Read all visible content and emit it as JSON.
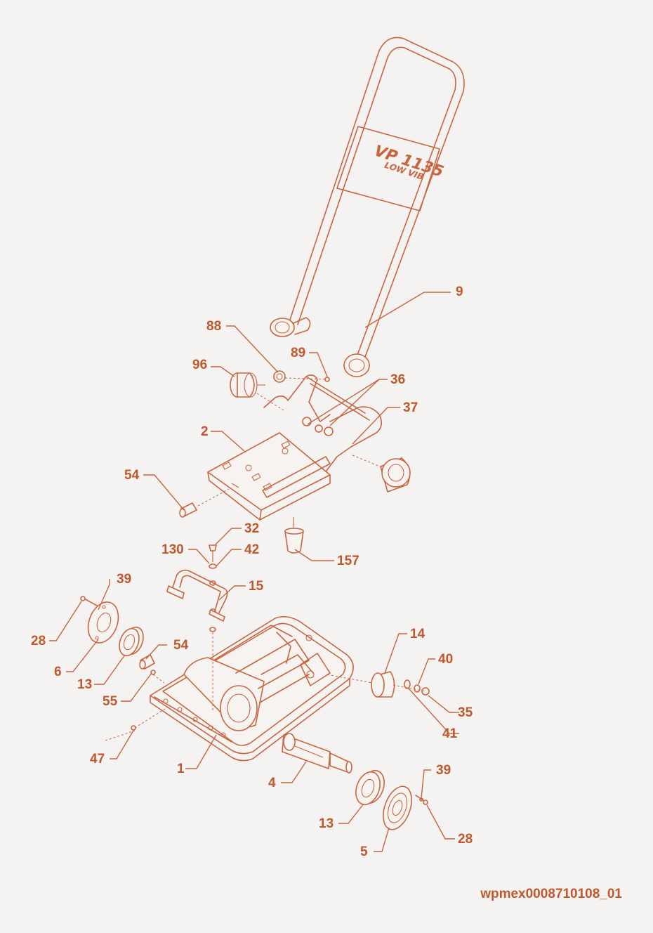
{
  "diagram": {
    "model_label": "VP 1135",
    "model_sublabel": "LOW VIB",
    "reference_code": "wpmex0008710108_01",
    "callouts": {
      "c9": "9",
      "c88": "88",
      "c89": "89",
      "c96": "96",
      "c36": "36",
      "c37": "37",
      "c2": "2",
      "c54a": "54",
      "c32": "32",
      "c130": "130",
      "c42": "42",
      "c157": "157",
      "c15": "15",
      "c39a": "39",
      "c28a": "28",
      "c6": "6",
      "c13a": "13",
      "c54b": "54",
      "c55": "55",
      "c14": "14",
      "c40": "40",
      "c35": "35",
      "c41": "41",
      "c47": "47",
      "c1": "1",
      "c4": "4",
      "c39b": "39",
      "c28b": "28",
      "c13b": "13",
      "c5": "5"
    },
    "colors": {
      "line": "#c8653f",
      "text": "#c0582e",
      "background": "#f4f3f2"
    }
  }
}
